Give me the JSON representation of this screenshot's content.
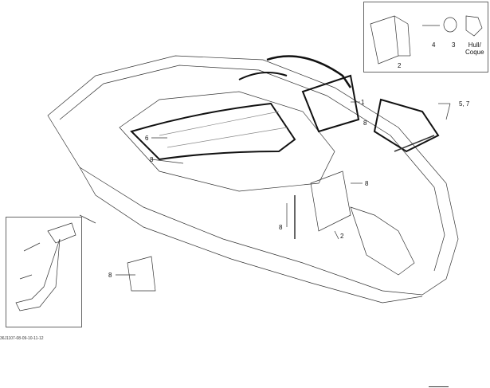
{
  "callouts": {
    "c1": "1",
    "c2a": "2",
    "c2b": "2",
    "c3": "3",
    "c4": "4",
    "c57": "5, 7",
    "c6": "6",
    "c8a": "8",
    "c8b": "8",
    "c8c": "8",
    "c8d": "8",
    "c8e": "8",
    "hull": "Hull/\nCoque"
  },
  "drawing_code": "36J1107-08-09-10-11-12"
}
